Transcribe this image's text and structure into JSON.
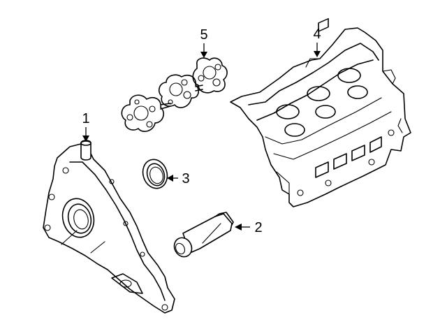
{
  "diagram": {
    "callouts": [
      {
        "id": "1",
        "label": "1",
        "part": "rear-cover"
      },
      {
        "id": "2",
        "label": "2",
        "part": "sealant-tube"
      },
      {
        "id": "3",
        "label": "3",
        "part": "crankshaft-seal"
      },
      {
        "id": "4",
        "label": "4",
        "part": "cylinder-head"
      },
      {
        "id": "5",
        "label": "5",
        "part": "head-gasket"
      }
    ]
  }
}
